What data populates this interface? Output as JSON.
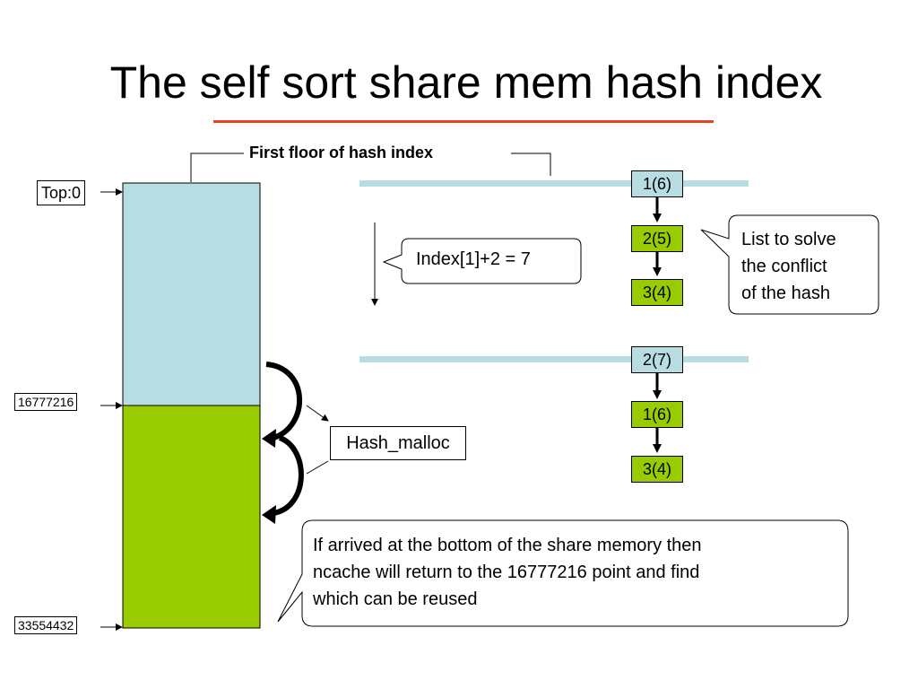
{
  "slide": {
    "title": "The self sort share mem hash index"
  },
  "memory": {
    "top_label": "Top:0",
    "mid_label": "16777216",
    "bottom_label": "33554432",
    "colors": {
      "upper": "#b7dde3",
      "lower": "#99cc00"
    }
  },
  "floor_label": "First floor of hash index",
  "index_callout": "Index[1]+2 = 7",
  "list_callout": {
    "line1": "List to solve",
    "line2": "the conflict",
    "line3": "of the hash"
  },
  "hash_malloc": "Hash_malloc",
  "bottom_callout": {
    "line1": "If arrived at the bottom of the share memory then",
    "line2": "ncache will return to the 16777216 point and find",
    "line3": "which can be reused"
  },
  "chains": [
    {
      "nodes": [
        "1(6)",
        "2(5)",
        "3(4)"
      ]
    },
    {
      "nodes": [
        "2(7)",
        "1(6)",
        "3(4)"
      ]
    }
  ]
}
